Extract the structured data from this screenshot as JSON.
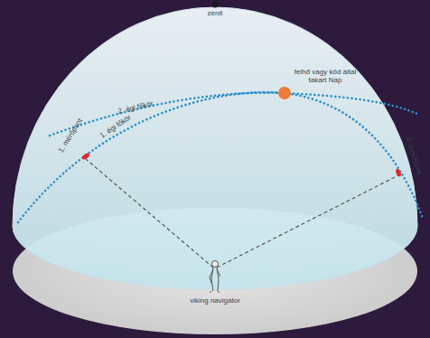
{
  "diagram": {
    "labels": [
      "zenit",
      "2. égi főkör",
      "1. égi főkör",
      "felhő vagy köd által takart Nap",
      "1. mérőpont",
      "2. mérőpont",
      "viking navigátor"
    ]
  }
}
